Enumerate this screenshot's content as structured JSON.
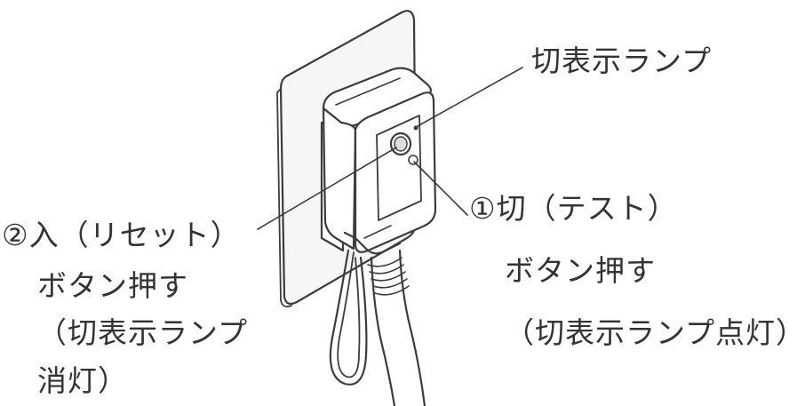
{
  "labels": {
    "lamp": "切表示ランプ",
    "test_line1": "①切（テスト）",
    "test_line2": "ボタン押す",
    "test_line3": "（切表示ランプ点灯）",
    "reset_line1": "②入（リセット）",
    "reset_line2": "ボタン押す",
    "reset_line3": "（切表示ランプ",
    "reset_line4": "消灯）"
  },
  "colors": {
    "line": "#3c3c3c",
    "outlet_fill": "#f4f4f4",
    "device_fill": "#ffffff",
    "cord_fill": "#f2f2f2"
  }
}
